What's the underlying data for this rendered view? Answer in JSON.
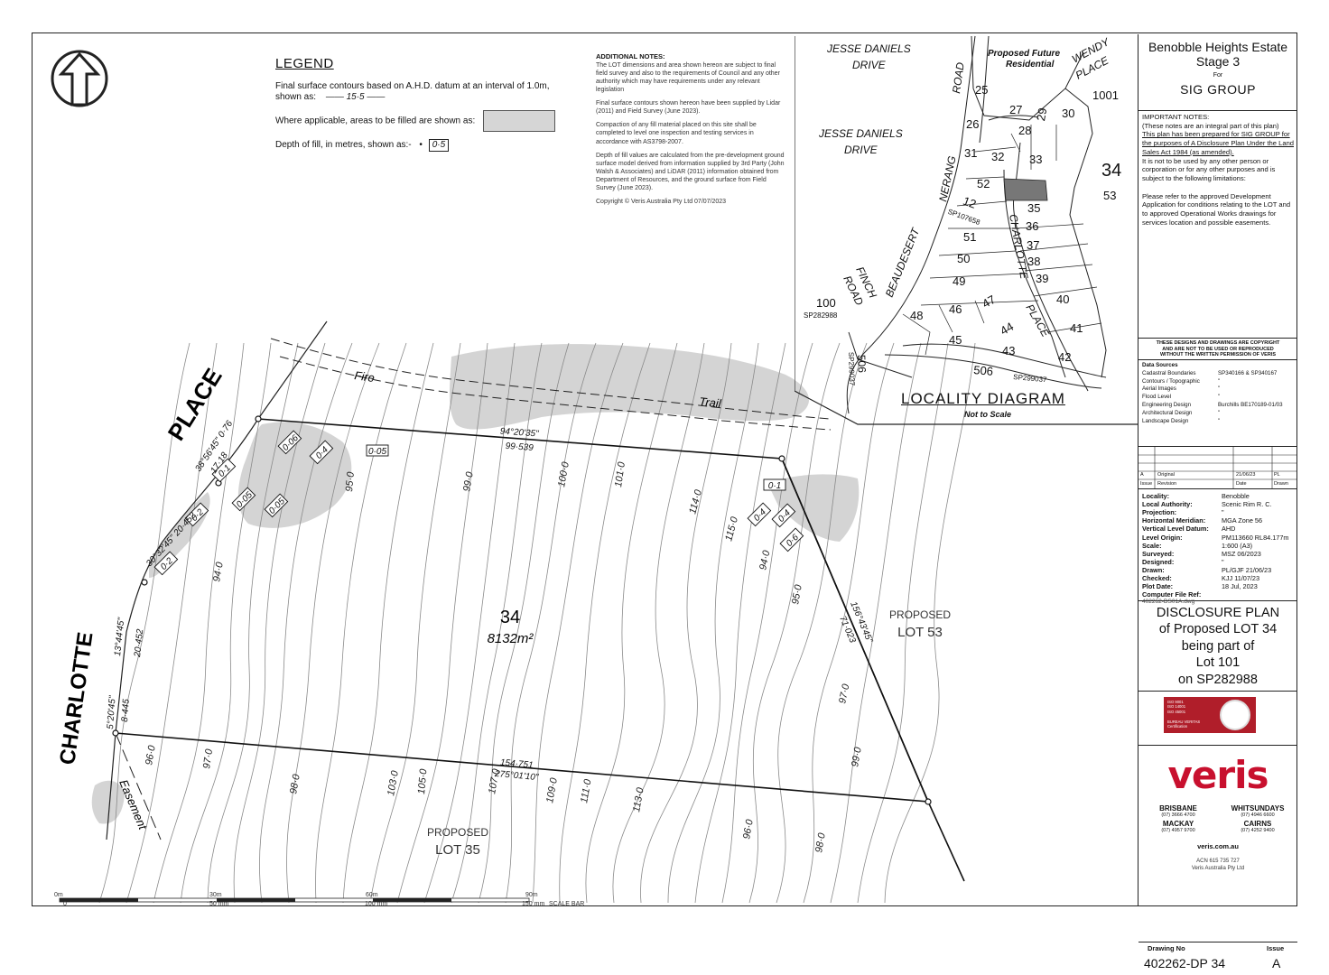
{
  "legend": {
    "title": "LEGEND",
    "contours_text": "Final surface contours based on A.H.D. datum at an interval of 1.0m, shown as:",
    "contour_sample": "15·5",
    "fill_text": "Where applicable, areas to be filled are shown as:",
    "depth_text": "Depth of fill, in metres, shown as:-",
    "depth_sample": "0·5"
  },
  "notes": {
    "title": "ADDITIONAL NOTES:",
    "paragraphs": [
      "The LOT dimensions and area shown hereon are subject to final field survey and also to the requirements of Council and any other authority which may have requirements under any relevant legislation",
      "Final surface contours shown hereon have been supplied by Lidar (2011) and Field Survey (June 2023).",
      "Compaction of any fill material placed on this site shall be completed to level one inspection and testing services in accordance with AS3798-2007.",
      "Depth of fill values are calculated from the pre-development ground surface model derived from information supplied by 3rd Party (John Walsh & Associates) and LiDAR (2011) information obtained from Department of Resources, and the ground surface from Field Survey (June 2023).",
      "Copyright © Veris Australia Pty Ltd 07/07/2023"
    ]
  },
  "plan": {
    "lot_number": "34",
    "lot_area": "8132m²",
    "street_place": "PLACE",
    "street_charlotte": "CHARLOTTE",
    "fire_label": "Fire",
    "trail_label": "Trail",
    "easement_label": "Easement",
    "lot53": [
      "PROPOSED",
      "LOT 53"
    ],
    "lot35": [
      "PROPOSED",
      "LOT 35"
    ],
    "bearings": {
      "top": [
        "94°20'35\"",
        "99·539"
      ],
      "right": [
        "156°43'45\"",
        "71·023"
      ],
      "bottom": [
        "154·751",
        "275°01'10\""
      ],
      "nw1": [
        "38°56'45\" 0·76",
        "17·18"
      ],
      "nw2": [
        "30°32'45\" 20·452"
      ],
      "w1": [
        "13°44'45\"",
        "20·452"
      ],
      "w2": [
        "5°20'45\"",
        "8·445"
      ]
    },
    "contours": [
      "94·0",
      "95·0",
      "96·0",
      "97·0",
      "98·0",
      "99·0",
      "100·0",
      "101·0",
      "103·0",
      "105·0",
      "107·0",
      "109·0",
      "111·0",
      "113·0",
      "114·0",
      "115·0"
    ],
    "fill_depths": [
      "0·06",
      "0·4",
      "0·05",
      "0·1",
      "0·05",
      "0·05",
      "0·2",
      "0·2",
      "0·1",
      "0·4",
      "0·4",
      "0·6"
    ]
  },
  "scale_bar": {
    "labels": [
      "0m",
      "30m",
      "60m",
      "90m"
    ],
    "mm_labels": [
      "0",
      "50 mm",
      "100 mm",
      "150 mm"
    ],
    "caption": "SCALE BAR"
  },
  "locality": {
    "title": "LOCALITY DIAGRAM",
    "subtitle": "Not to Scale",
    "roads": [
      "JESSE DANIELS",
      "DRIVE",
      "JESSE DANIELS",
      "DRIVE",
      "ROAD",
      "NERANG",
      "BEAUDESERT",
      "FINCH",
      "ROAD",
      "CHARLOTTE",
      "PLACE",
      "WENDY",
      "PLACE"
    ],
    "future": [
      "Proposed Future",
      "Residential"
    ],
    "lots": [
      "25",
      "26",
      "27",
      "28",
      "29",
      "30",
      "1001",
      "31",
      "32",
      "33",
      "52",
      "34",
      "53",
      "35",
      "36",
      "37",
      "38",
      "39",
      "40",
      "41",
      "42",
      "43",
      "44",
      "45",
      "46",
      "47",
      "48",
      "49",
      "50",
      "51",
      "12",
      "SP107658",
      "100",
      "SP282988",
      "506",
      "SP299037",
      "506",
      "SP299037"
    ]
  },
  "title_block": {
    "project": [
      "Benobble Heights Estate",
      "Stage 3"
    ],
    "for": "For",
    "client": "SIG GROUP",
    "important_title": "IMPORTANT NOTES:",
    "important_1": "(These notes are an integral part of this plan)",
    "important_2": "This plan has been prepared for SIG GROUP for the purposes of A Disclosure Plan Under the Land Sales Act 1984 (as amended).",
    "important_3": "It is not to be used by any other person or corporation or for any other purposes and is subject to the following limitations:",
    "important_4": "Please refer to the approved Development Application for conditions relating to the LOT and to approved Operational Works drawings for services location and possible easements.",
    "copyright": [
      "THESE DESIGNS AND DRAWINGS ARE COPYRIGHT",
      "AND ARE NOT TO BE USED OR REPRODUCED",
      "WITHOUT THE WRITTEN PERMISSION OF VERIS"
    ],
    "data_sources_title": "Data Sources",
    "data_sources": [
      [
        "Cadastral Boundaries",
        "SP340166 & SP340167"
      ],
      [
        "Contours / Topographic",
        "\""
      ],
      [
        "Aerial Images",
        "\""
      ],
      [
        "Flood Level",
        "\""
      ],
      [
        "Engineering Design",
        "Burchills BE170189-01/03"
      ],
      [
        "Architectural Design",
        "\""
      ],
      [
        "Landscape Design",
        "\""
      ]
    ],
    "revision": {
      "issue": "A",
      "desc": "Original",
      "date": "21/06/23",
      "drawn": "PL",
      "headers": [
        "Issue",
        "Revision",
        "Date",
        "Drawn"
      ]
    },
    "info": [
      [
        "Locality:",
        "Benobble"
      ],
      [
        "Local Authority:",
        "Scenic Rim R. C."
      ],
      [
        "Projection:",
        "\""
      ],
      [
        "Horizontal Meridian:",
        "MGA Zone 56"
      ],
      [
        "Vertical Level Datum:",
        "AHD"
      ],
      [
        "Level Origin:",
        "PM113660 RL84.177m"
      ],
      [
        "Scale:",
        "1:600 (A3)"
      ],
      [
        "Surveyed:",
        "MSZ 06/2023"
      ],
      [
        "Designed:",
        "\""
      ],
      [
        "Drawn:",
        "PL/GJF 21/06/23"
      ],
      [
        "Checked:",
        "KJJ 11/07/23"
      ],
      [
        "Plot Date:",
        "18 Jul, 2023"
      ],
      [
        "Computer File Ref:",
        ""
      ]
    ],
    "file_ref": "402262-DS01A.dwg",
    "disclosure": [
      "DISCLOSURE PLAN",
      "of Proposed LOT  34",
      "being part of",
      "Lot 101",
      "on SP282988"
    ],
    "cert_lines": [
      "ISO 9001",
      "ISO 14001",
      "ISO 45001",
      "BUREAU VERITAS",
      "Certification"
    ],
    "brand": "veris",
    "offices": [
      {
        "city": "BRISBANE",
        "phone": "(07) 3666 4700"
      },
      {
        "city": "WHITSUNDAYS",
        "phone": "(07) 4946 6600"
      },
      {
        "city": "MACKAY",
        "phone": "(07) 4957 9700"
      },
      {
        "city": "CAIRNS",
        "phone": "(07) 4252 9400"
      }
    ],
    "website": "veris.com.au",
    "acn": "ACN 615 735 727",
    "company": "Veris Australia Pty Ltd",
    "drawing_no_label": "Drawing No",
    "drawing_no": "402262-DP 34",
    "issue_label": "Issue",
    "issue": "A"
  }
}
